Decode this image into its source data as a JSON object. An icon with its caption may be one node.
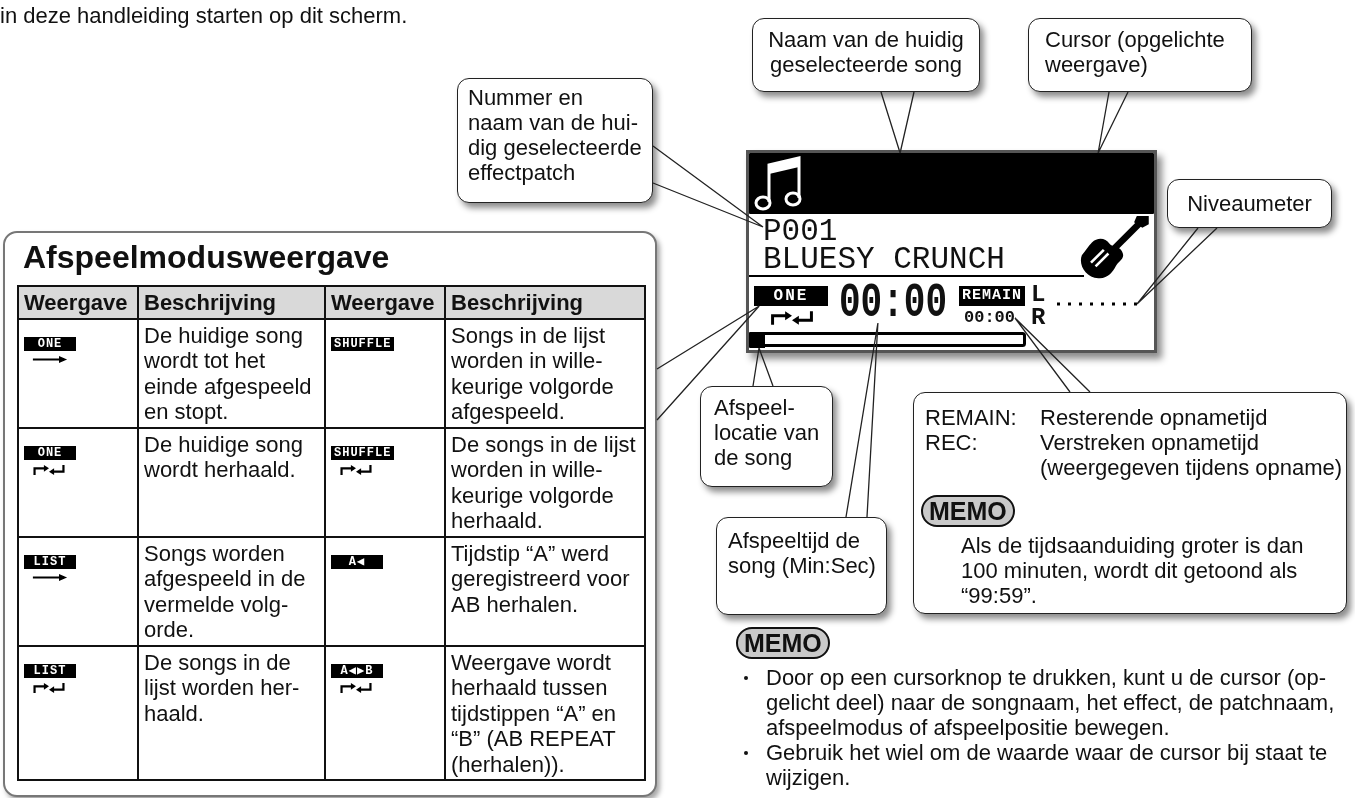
{
  "diagram": {
    "nodes": [
      {
        "text": [
          "Naam van de huidig geselecteerde song"
        ]
      },
      {
        "text": [
          "Cursor (opgelichte weergave)"
        ]
      },
      {
        "text": [
          "Nummer en naam van de hui-dig geselecteerde effectpatch"
        ]
      },
      {
        "text": [],
        "shape": "box"
      },
      {
        "text": [],
        "shape": "bar",
        "in": 3
      },
      {
        "text": [
          "P001",
          "BLUESY CRUNCH"
        ],
        "in": 3
      },
      {
        "text": [
          "ONE"
        ],
        "in": 3
      },
      {
        "text": [
          "00:00"
        ],
        "in": 3
      },
      {
        "text": [
          "REMAIN"
        ],
        "in": 3
      },
      {
        "text": [
          "00:00"
        ],
        "in": 3
      },
      {
        "text": [],
        "shape": "bar",
        "in": 3
      },
      {
        "text": [],
        "shape": "bar",
        "in": 3
      },
      {
        "text": [
          "Niveaumeter"
        ]
      },
      {
        "text": [
          "Afspeelmodusweergave"
        ]
      },
      {
        "text": [
          "Afspeel-locatie van de song"
        ]
      },
      {
        "text": [
          "REMAIN:",
          "Resterende opnametijd",
          "REC:",
          "Verstreken opnametijd (weergegeven tijdens opname)",
          "Als de tijdsaanduiding groter is dan 100 minuten, wordt dit getoond als “99:59”."
        ]
      },
      {
        "text": [
          "MEMO"
        ],
        "in": 15
      },
      {
        "text": [
          "Afspeeltijd de song (Min:Sec)"
        ]
      },
      {
        "text": [
          "MEMO"
        ]
      }
    ],
    "edges": [
      {
        "from": 0,
        "to": 4,
        "arrow": "none"
      },
      {
        "from": 1,
        "to": 4,
        "arrow": "none"
      },
      {
        "from": 2,
        "to": 5,
        "arrow": "none"
      },
      {
        "from": 12,
        "to": 10,
        "arrow": "none"
      },
      {
        "from": 13,
        "to": 6,
        "arrow": "none"
      },
      {
        "from": 14,
        "to": 11,
        "arrow": "none"
      },
      {
        "from": 15,
        "to": 9,
        "arrow": "none"
      },
      {
        "from": 17,
        "to": 7,
        "arrow": "none"
      }
    ],
    "labels": [
      "in deze handleiding starten op dit scherm.",
      "L",
      "R",
      "Weergave",
      "Beschrijving",
      "Weergave",
      "Beschrijving",
      "ONE",
      "De huidige song wordt tot het einde afgespeeld en stopt.",
      "SHUFFLE",
      "Songs in de lijst worden in wille-keurige volgorde afgespeeld.",
      "ONE",
      "De huidige song wordt herhaald.",
      "SHUFFLE",
      "De songs in de lijst worden in wille-keurige volgorde herhaald.",
      "LIST",
      "Songs worden afgespeeld in de vermelde volg-orde.",
      "A◀",
      "Tijdstip “A” werd geregistreerd voor AB herhalen.",
      "LIST",
      "De songs in de lijst worden her-haald.",
      "A◀▶B",
      "Weergave wordt herhaald tussen tijdstippen “A” en “B” (AB REPEAT (herhalen)).",
      "Door op een cursorknop te drukken, kunt u de cursor (op-gelicht deel) naar de songnaam, het effect, de patchnaam, afspeelmodus of afspeelpositie bewegen.",
      "Gebruik het wiel om de waarde waar de cursor bij staat te wijzigen."
    ]
  }
}
